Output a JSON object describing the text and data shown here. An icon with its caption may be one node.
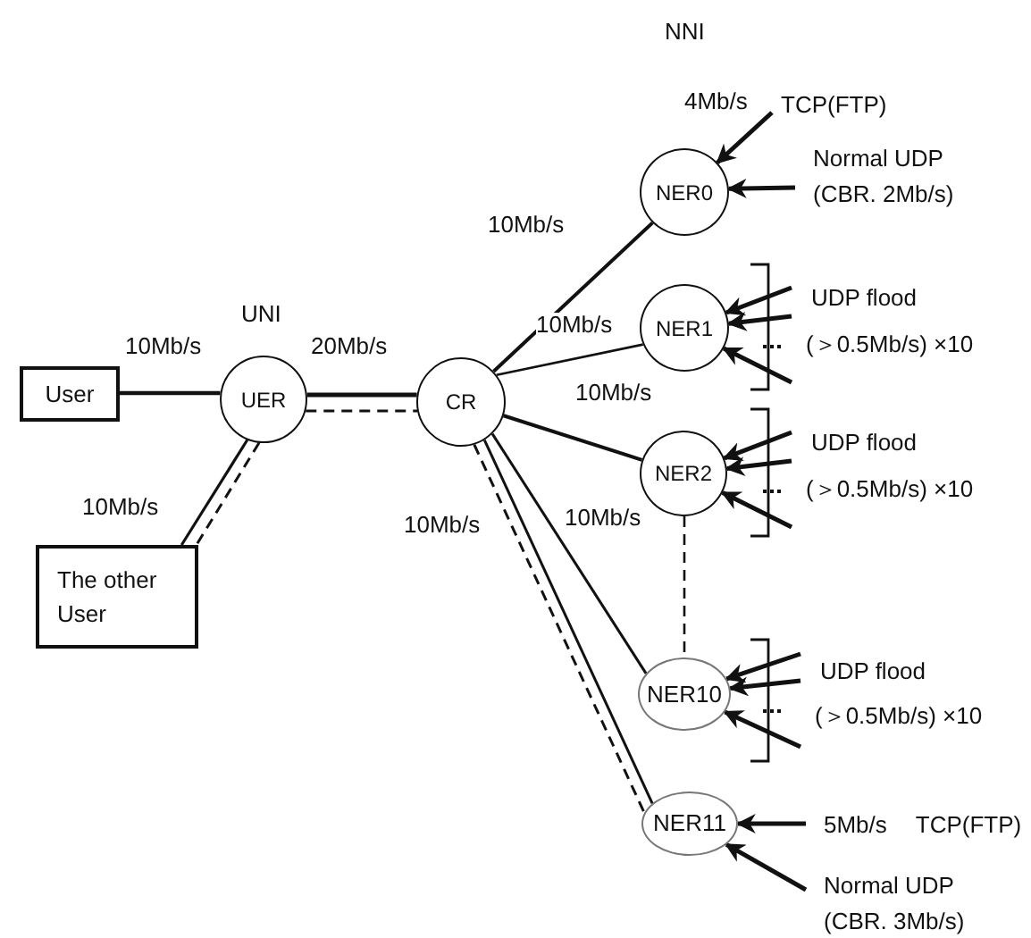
{
  "diagram": {
    "nodes": [
      {
        "text": [
          "User"
        ]
      },
      {
        "text": [
          "UER"
        ]
      },
      {
        "text": [
          "CR"
        ]
      },
      {
        "text": [
          "NER0"
        ]
      },
      {
        "text": [
          "NER1"
        ]
      },
      {
        "text": [
          "NER2"
        ]
      },
      {
        "text": [
          "NER10"
        ]
      },
      {
        "text": [
          "NER11"
        ]
      },
      {
        "text": [
          "The other User"
        ]
      },
      {
        "text": [
          "TCP(FTP)"
        ]
      },
      {
        "text": [
          "Normal UDP (CBR. 2Mb/s)"
        ]
      },
      {
        "text": [
          "5Mb/s",
          "TCP(FTP)"
        ]
      },
      {
        "text": [
          "Normal UDP (CBR. 3Mb/s)"
        ]
      }
    ],
    "edges": [
      {
        "from": 0,
        "to": 1,
        "arrow": "none",
        "label": "10Mb/s"
      },
      {
        "from": 1,
        "to": 2,
        "arrow": "none",
        "label": "20Mb/s"
      },
      {
        "from": 1,
        "to": 2,
        "arrow": "none",
        "style": "dashed"
      },
      {
        "from": 1,
        "to": 8,
        "arrow": "none",
        "label": "10Mb/s"
      },
      {
        "from": 1,
        "to": 8,
        "arrow": "none",
        "style": "dashed"
      },
      {
        "from": 2,
        "to": 3,
        "arrow": "none",
        "label": "10Mb/s"
      },
      {
        "from": 2,
        "to": 4,
        "arrow": "none",
        "label": "10Mb/s"
      },
      {
        "from": 2,
        "to": 5,
        "arrow": "none",
        "label": "10Mb/s"
      },
      {
        "from": 2,
        "to": 6,
        "arrow": "none",
        "label": "10Mb/s"
      },
      {
        "from": 2,
        "to": 7,
        "arrow": "none",
        "label": "10Mb/s"
      },
      {
        "from": 2,
        "to": 7,
        "arrow": "none",
        "style": "dashed"
      },
      {
        "from": 5,
        "to": 6,
        "arrow": "none",
        "style": "dashed"
      },
      {
        "from": 9,
        "to": 3,
        "arrow": "to"
      },
      {
        "from": 10,
        "to": 3,
        "arrow": "to"
      },
      {
        "from": null,
        "to": 4,
        "arrow": "to"
      },
      {
        "from": null,
        "to": 4,
        "arrow": "to"
      },
      {
        "from": null,
        "to": 4,
        "arrow": "to"
      },
      {
        "from": null,
        "to": 5,
        "arrow": "to"
      },
      {
        "from": null,
        "to": 5,
        "arrow": "to"
      },
      {
        "from": null,
        "to": 5,
        "arrow": "to"
      },
      {
        "from": null,
        "to": 6,
        "arrow": "to"
      },
      {
        "from": null,
        "to": 6,
        "arrow": "to"
      },
      {
        "from": null,
        "to": 6,
        "arrow": "to"
      },
      {
        "from": 11,
        "to": 7,
        "arrow": "to"
      },
      {
        "from": 12,
        "to": 7,
        "arrow": "to"
      }
    ],
    "labels": [
      "NNI",
      "UNI",
      "4Mb/s",
      "UDP flood",
      "(＞0.5Mb/s) ×10",
      "UDP flood",
      "(＞0.5Mb/s) ×10",
      "UDP flood",
      "(＞0.5Mb/s) ×10"
    ]
  }
}
